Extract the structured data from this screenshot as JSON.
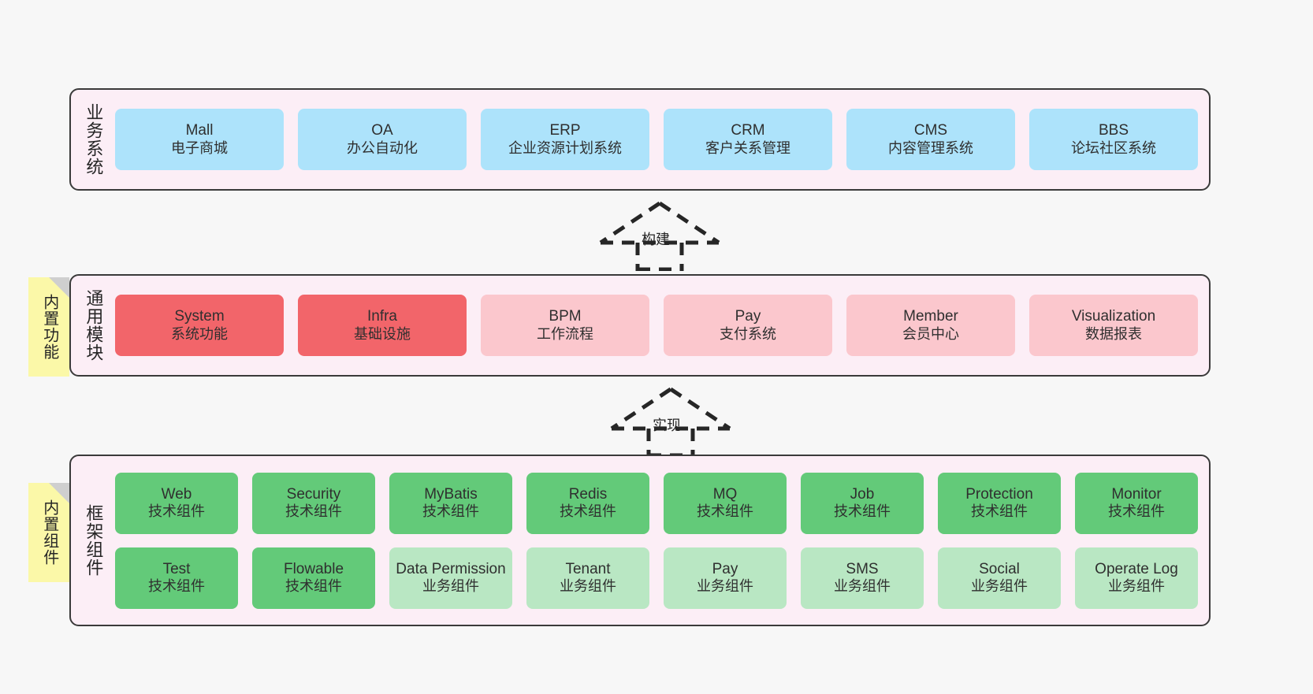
{
  "diagram": {
    "title": "",
    "background": "#f7f7f7",
    "colors": {
      "band_fill": "#fceef6",
      "band_border": "#3a3a3a",
      "blue": "#ade3fb",
      "red": "#f2656a",
      "pink": "#fbc7cd",
      "green": "#63ca79",
      "light_green": "#b9e7c3",
      "note_yellow": "#fbf8a8",
      "note_fold_gray": "#cfcfcf"
    }
  },
  "layers": {
    "business": {
      "title": "业务系统",
      "cards": [
        {
          "en": "Mall",
          "cn": "电子商城"
        },
        {
          "en": "OA",
          "cn": "办公自动化"
        },
        {
          "en": "ERP",
          "cn": "企业资源计划系统"
        },
        {
          "en": "CRM",
          "cn": "客户关系管理"
        },
        {
          "en": "CMS",
          "cn": "内容管理系统"
        },
        {
          "en": "BBS",
          "cn": "论坛社区系统"
        }
      ]
    },
    "common": {
      "title": "通用模块",
      "note": "内置功能",
      "cards": [
        {
          "en": "System",
          "cn": "系统功能",
          "tone": "red"
        },
        {
          "en": "Infra",
          "cn": "基础设施",
          "tone": "red"
        },
        {
          "en": "BPM",
          "cn": "工作流程",
          "tone": "pink"
        },
        {
          "en": "Pay",
          "cn": "支付系统",
          "tone": "pink"
        },
        {
          "en": "Member",
          "cn": "会员中心",
          "tone": "pink"
        },
        {
          "en": "Visualization",
          "cn": "数据报表",
          "tone": "pink"
        }
      ]
    },
    "framework": {
      "title": "框架组件",
      "note": "内置组件",
      "row1": [
        {
          "en": "Web",
          "cn": "技术组件"
        },
        {
          "en": "Security",
          "cn": "技术组件"
        },
        {
          "en": "MyBatis",
          "cn": "技术组件"
        },
        {
          "en": "Redis",
          "cn": "技术组件"
        },
        {
          "en": "MQ",
          "cn": "技术组件"
        },
        {
          "en": "Job",
          "cn": "技术组件"
        },
        {
          "en": "Protection",
          "cn": "技术组件"
        },
        {
          "en": "Monitor",
          "cn": "技术组件"
        }
      ],
      "row2": [
        {
          "en": "Test",
          "cn": "技术组件",
          "tone": "green"
        },
        {
          "en": "Flowable",
          "cn": "技术组件",
          "tone": "green"
        },
        {
          "en": "Data Permission",
          "cn": "业务组件",
          "tone": "lightgreen"
        },
        {
          "en": "Tenant",
          "cn": "业务组件",
          "tone": "lightgreen"
        },
        {
          "en": "Pay",
          "cn": "业务组件",
          "tone": "lightgreen"
        },
        {
          "en": "SMS",
          "cn": "业务组件",
          "tone": "lightgreen"
        },
        {
          "en": "Social",
          "cn": "业务组件",
          "tone": "lightgreen"
        },
        {
          "en": "Operate Log",
          "cn": "业务组件",
          "tone": "lightgreen"
        }
      ]
    }
  },
  "connectors": [
    {
      "name": "build",
      "label": "构建",
      "style": "dashed-hollow-triangle-up"
    },
    {
      "name": "implement",
      "label": "实现",
      "style": "dashed-hollow-triangle-up"
    }
  ]
}
